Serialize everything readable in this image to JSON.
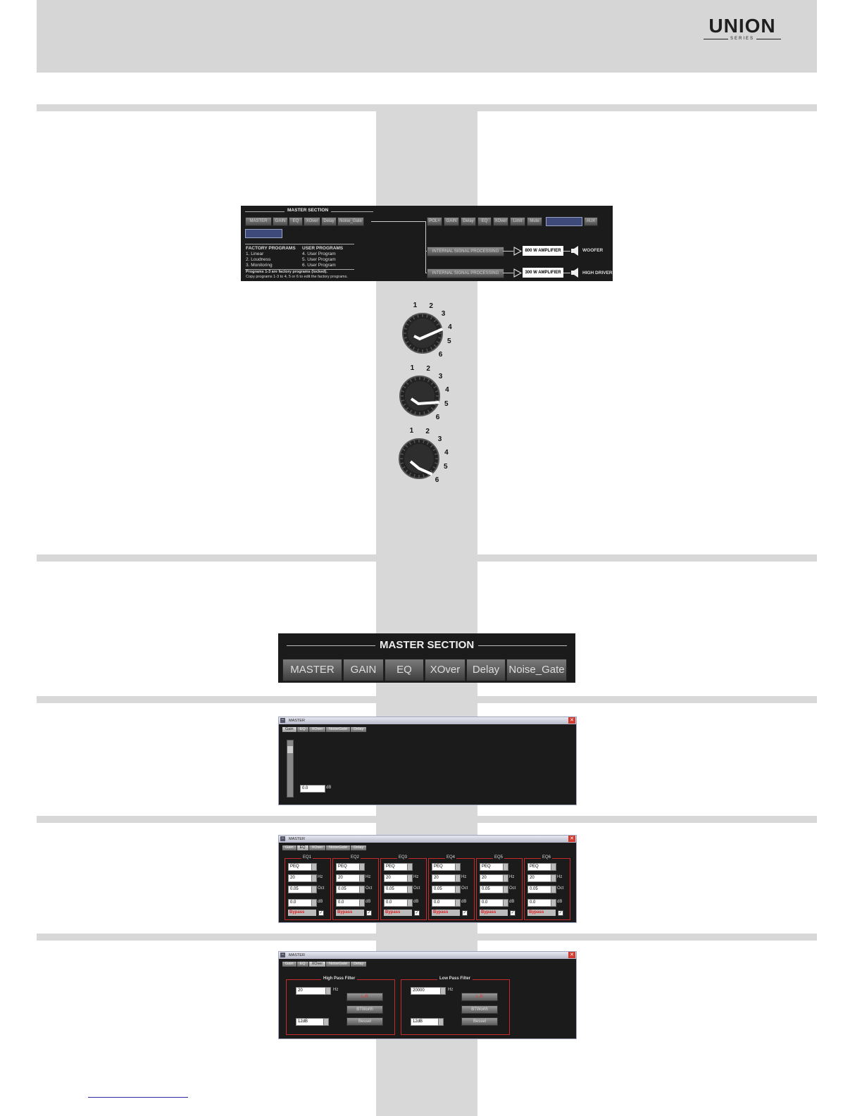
{
  "logo": {
    "name": "UNION",
    "series": "SERIES"
  },
  "diagram": {
    "master_title": "MASTER SECTION",
    "master_buttons": [
      "MASTER",
      "GAIN",
      "EQ",
      "XOver",
      "Delay",
      "Noise_Gate"
    ],
    "factory_heading": "FACTORY PROGRAMS",
    "factory": [
      "1. Linear",
      "2. Loudness",
      "3. Monitoring"
    ],
    "user_heading": "USER PROGRAMS",
    "user": [
      "4. User Program",
      "5. User Program",
      "6. User Program"
    ],
    "note1": "Programs 1-3 are factory programs (locked).",
    "note2": "Copy programs 1-3 to 4, 5 or 6 to edit the factory programs.",
    "chain_buttons": [
      "POL+",
      "GAIN",
      "Delay",
      "EQ",
      "XOver",
      "Limit",
      "Mute"
    ],
    "aux": "AUX",
    "isp": "INTERNAL SIGNAL PROCESSING",
    "amp1": "800 W AMPLIFIER",
    "amp2": "300 W AMPLIFIER",
    "out1": "WOOFER",
    "out2": "HIGH DRIVER"
  },
  "knobs": {
    "numbers": [
      "1",
      "2",
      "3",
      "4",
      "5",
      "6"
    ],
    "positions": [
      4,
      5,
      6
    ]
  },
  "master_strip": {
    "title": "MASTER SECTION",
    "buttons": [
      "MASTER",
      "GAIN",
      "EQ",
      "XOver",
      "Delay",
      "Noise_Gate"
    ]
  },
  "window_gain": {
    "title": "MASTER",
    "tabs": [
      "Gain",
      "EQ",
      "XOver",
      "NoiseGate",
      "Delay"
    ],
    "active_tab": "Gain",
    "value": "0.0",
    "unit": "dB"
  },
  "window_eq": {
    "title": "MASTER",
    "tabs": [
      "Gain",
      "EQ",
      "XOver",
      "NoiseGate",
      "Delay"
    ],
    "active_tab": "EQ",
    "bands": [
      {
        "label": "EQ1",
        "type": "PEQ",
        "freq": "20",
        "q": "0.05",
        "gain": "0.0"
      },
      {
        "label": "EQ2",
        "type": "PEQ",
        "freq": "20",
        "q": "0.05",
        "gain": "0.0"
      },
      {
        "label": "EQ3",
        "type": "PEQ",
        "freq": "20",
        "q": "0.05",
        "gain": "0.0"
      },
      {
        "label": "EQ4",
        "type": "PEQ",
        "freq": "20",
        "q": "0.05",
        "gain": "0.0"
      },
      {
        "label": "EQ5",
        "type": "PEQ",
        "freq": "20",
        "q": "0.05",
        "gain": "0.0"
      },
      {
        "label": "EQ6",
        "type": "PEQ",
        "freq": "20",
        "q": "0.05",
        "gain": "0.0"
      }
    ],
    "units": {
      "freq": "Hz",
      "q": "Oct",
      "gain": "dB"
    },
    "bypass": "Bypass"
  },
  "window_xover": {
    "title": "MASTER",
    "tabs": [
      "Gain",
      "EQ",
      "XOver",
      "NoiseGate",
      "Delay"
    ],
    "active_tab": "XOver",
    "hpf": {
      "title": "High Pass Filter",
      "freq": "20",
      "unit": "Hz",
      "slope": "12dB",
      "b1": "L-R",
      "b2": "BTWorth",
      "b3": "Bessel"
    },
    "lpf": {
      "title": "Low Pass Filter",
      "freq": "20000",
      "unit": "Hz",
      "slope": "12dB",
      "b1": "L-R",
      "b2": "BTWorth",
      "b3": "Bessel"
    }
  },
  "colors": {
    "accent_red": "#c62a2a",
    "panel": "#1b1b1b",
    "band_gray": "#d8d8d8",
    "link_blue": "#2a2aa8"
  }
}
